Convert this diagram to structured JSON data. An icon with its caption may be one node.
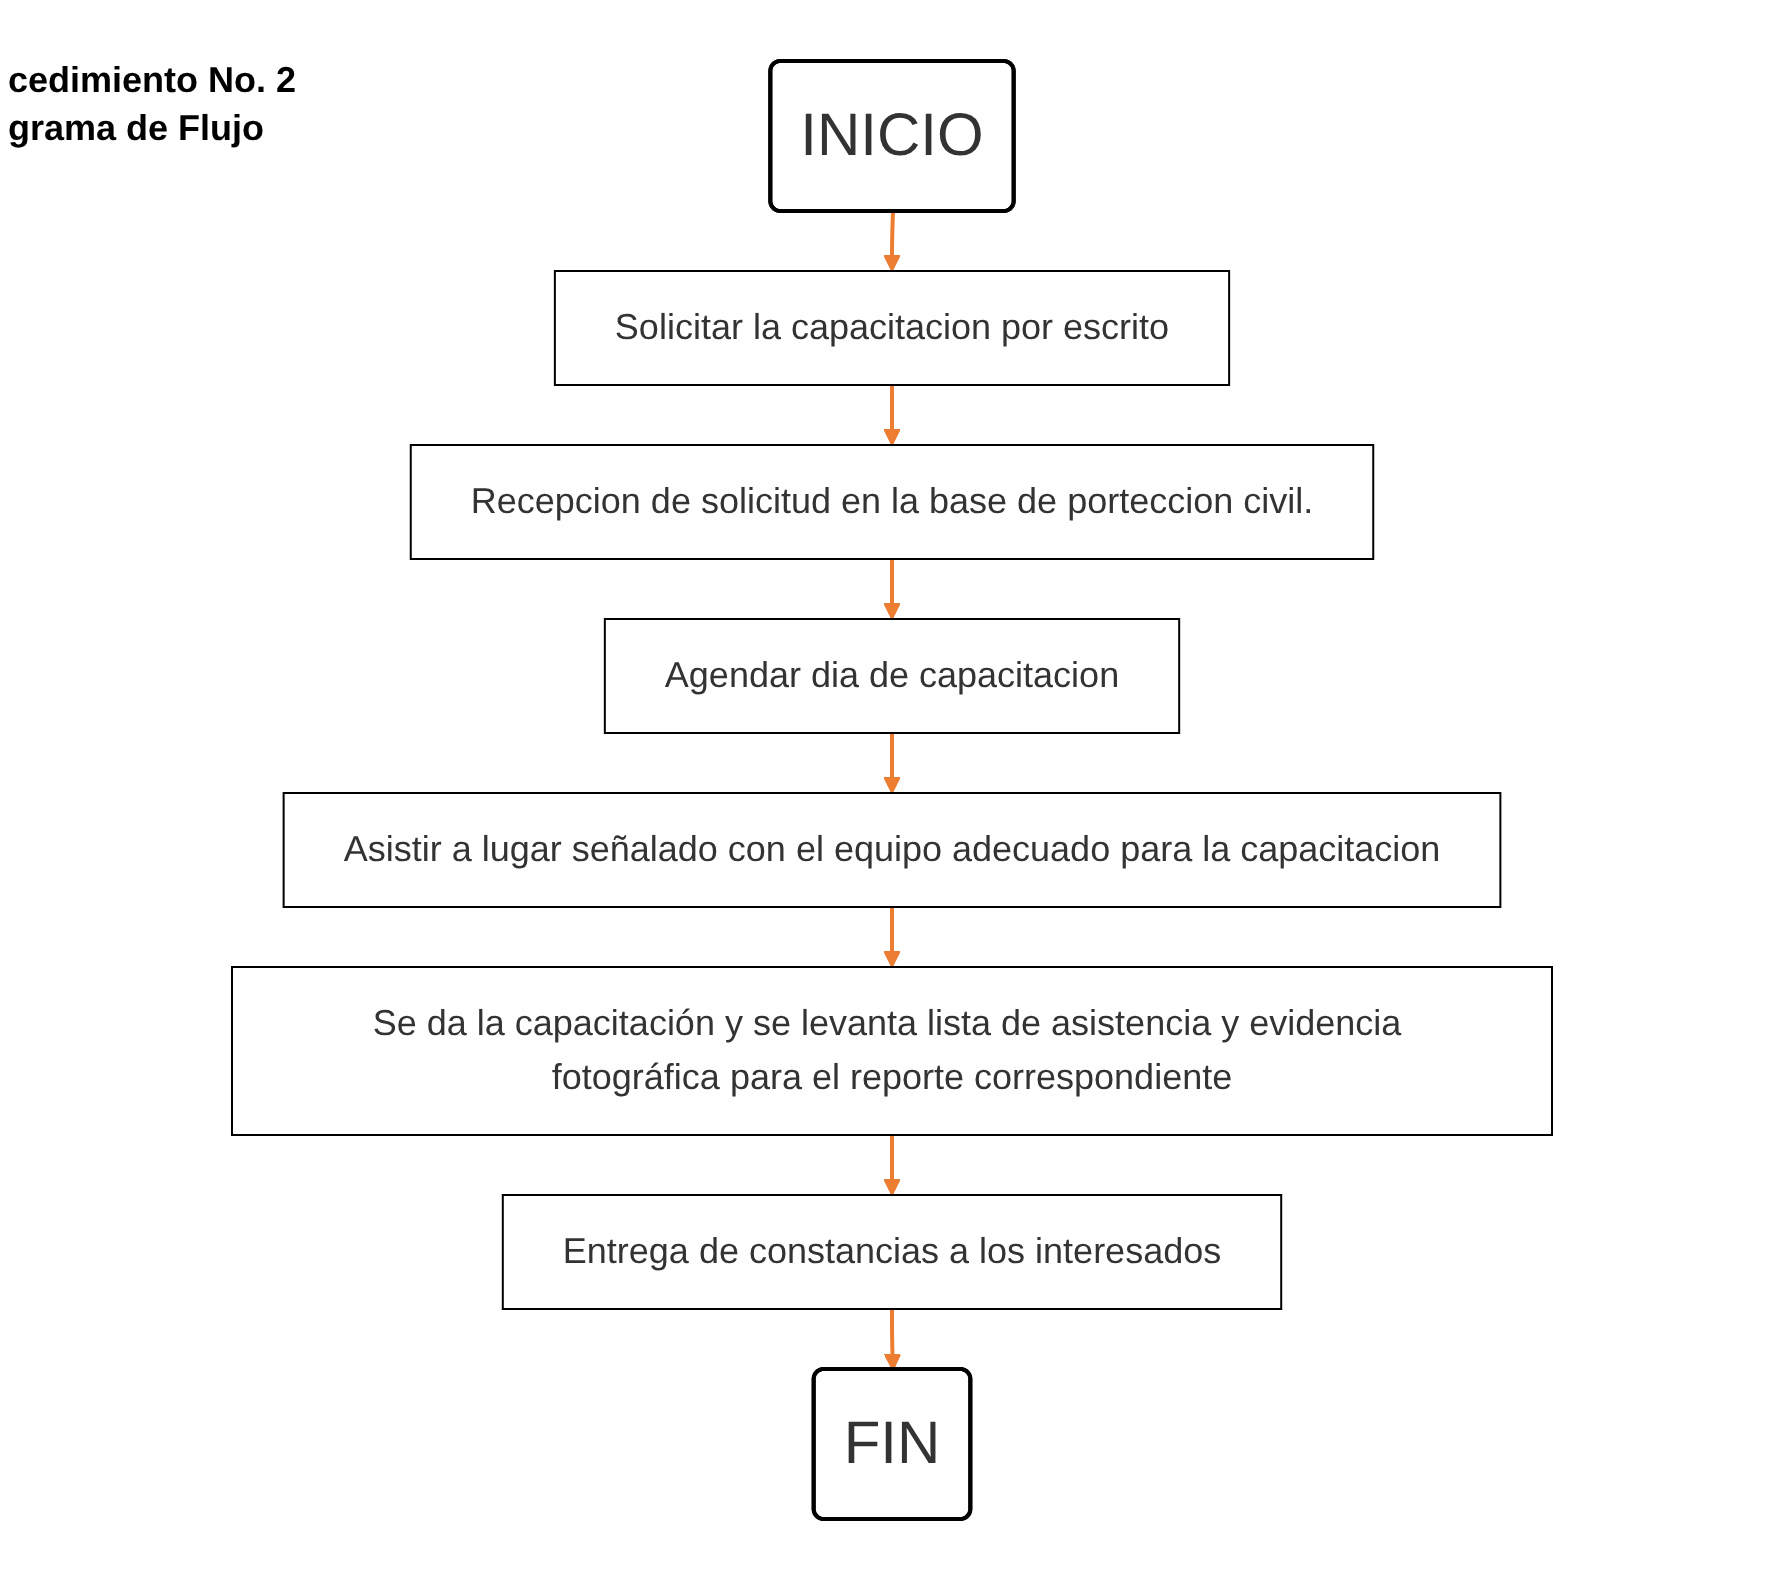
{
  "diagram": {
    "nodes": [
      {
        "text": [
          "INICIO"
        ]
      },
      {
        "text": [
          "Solicitar la capacitacion por escrito"
        ]
      },
      {
        "text": [
          "Recepcion de solicitud en la base de porteccion civil."
        ]
      },
      {
        "text": [
          "Agendar dia de capacitacion"
        ]
      },
      {
        "text": [
          "Asistir a lugar señalado con el equipo adecuado para la capacitacion"
        ]
      },
      {
        "text": [
          "Se da la capacitación y se levanta lista de asistencia y evidencia fotográfica para el reporte correspondiente"
        ]
      },
      {
        "text": [
          "Entrega de constancias a los interesados"
        ]
      },
      {
        "text": [
          "FIN"
        ]
      }
    ],
    "edges": [
      {
        "from": 0,
        "to": 1,
        "arrow": "to"
      },
      {
        "from": 1,
        "to": 2,
        "arrow": "to"
      },
      {
        "from": 2,
        "to": 3,
        "arrow": "to"
      },
      {
        "from": 3,
        "to": 4,
        "arrow": "to"
      },
      {
        "from": 4,
        "to": 5,
        "arrow": "to"
      },
      {
        "from": 5,
        "to": 6,
        "arrow": "to"
      },
      {
        "from": 6,
        "to": 7,
        "arrow": "to"
      }
    ],
    "labels": [
      "cedimiento No. 2",
      "grama de Flujo"
    ]
  }
}
